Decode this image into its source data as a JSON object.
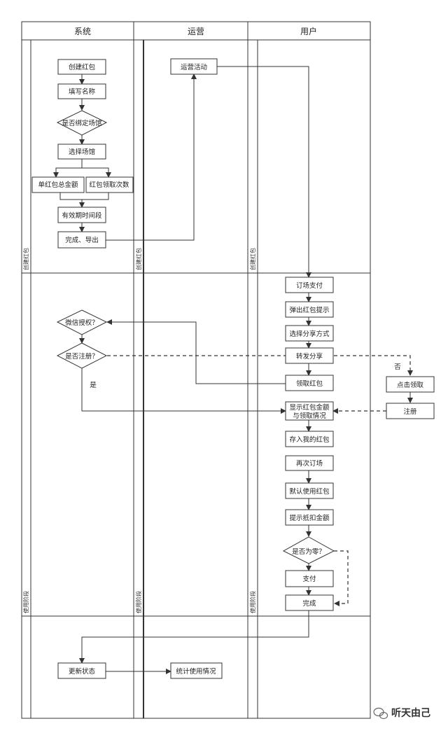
{
  "lanes": {
    "system": "系统",
    "ops": "运营",
    "user": "用户"
  },
  "phases": {
    "create": "创建红包",
    "use": "使用阶段"
  },
  "nodes": {
    "create_packet": "创建红包",
    "fill_name": "填写名称",
    "bind_venue": "是否绑定场馆",
    "select_venue": "选择场馆",
    "single_total": "单红包总金额",
    "claim_count": "红包领取次数",
    "valid_period": "有效期时间段",
    "finish_export": "完成、导出",
    "ops_activity": "运营活动",
    "book_pay": "订场支付",
    "popup_tip": "弹出红包提示",
    "share_method": "选择分享方式",
    "forward_share": "转发分享",
    "claim_packet": "领取红包",
    "wechat_auth": "微信授权？",
    "is_registered": "是否注册？",
    "click_claim": "点击领取",
    "register": "注册",
    "show_amount_1": "显示红包金额",
    "show_amount_2": "与领取情况",
    "save_my_packet": "存入我的红包",
    "book_again": "再次订场",
    "default_use": "默认使用红包",
    "tip_deduct": "提示抵扣金额",
    "is_zero": "是否为零？",
    "pay": "支付",
    "done": "完成",
    "update_status": "更新状态",
    "usage_stats": "统计使用情况"
  },
  "edge_labels": {
    "no": "否",
    "yes": "是"
  },
  "watermark": "听天由己"
}
